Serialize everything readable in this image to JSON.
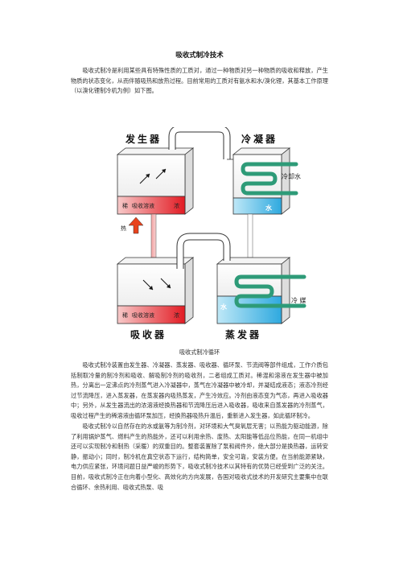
{
  "document": {
    "title": "吸收式制冷技术",
    "intro": "吸收式制冷是利用某些具有特殊性质的工质对，通过一种物质对另一种物质的吸收和释放，产生物质的状态变化，从而伴随吸热和放热过程。目前常用的工质对有氨水和水/溴化锂，其基本工作原理（以溴化锂制冷机为例）如下图。",
    "caption": "吸收式制冷循环",
    "paragraph1": "吸收式制冷装置由发生器、冷凝器、蒸发器、吸收器、循环泵、节流阀等部件组成，工作介质包括制取冷量的制冷剂和吸收、解吸制冷剂的吸收剂，二者组成工质对。稀混和溶液在发生器中被加热，分离出一定沸点的冷剂蒸气进入冷凝器中，蒸气在冷凝器中被冷却，并凝结成液态；液态冷剂经过节流降压，进入蒸发器，在蒸发器内吸热蒸发，产生冷效应。冷剂由液态变为气态，再进入吸收器中；另外，从发生器流出的浓溶液经换热器和节流降压后进入吸收器，吸收来自蒸发器的冷剂蒸气，吸收过程产生的稀溶液由循环泵加压，经换热器吸热升温后，重新进入发生器，如此循环制冷。",
    "paragraph2": "吸收式制冷以自然存在的水或氨等为制冷剂，对环境和大气臭氧层无害；以热能为驱动能源，除了利用锅炉蒸气、燃料产生的热能外，还可以利用余热、废热、太阳能等低品位热能，在同一机组中还可以实现制冷和制热（采暖）的双重目的。整套装置除了泵和阀件外，绝大部分是换热器，运转安静，振动小；同时，制冷机在真空状态下运行，结构简单，安全可靠，安装方便。在当前能源紧缺，电力供应紧张，环境问题日益严峻的形势下，吸收式制冷技术以其特有的优势已经受到广泛的关注。目前，吸收式制冷正在向着小型化、高效化的方向发展，各国对吸收式技术的开发研究主要集中在联合循环、余热利用、吸收式热泵、吸"
  },
  "diagram": {
    "generator_label": "发生器",
    "condenser_label": "冷凝器",
    "absorber_label": "吸收器",
    "evaporator_label": "蒸发器",
    "cooling_water_label": "冷却水",
    "refrigerant_label": "冷 媒",
    "heat_label": "热",
    "water_label_top": "水",
    "water_label_bottom": "水",
    "generator_solution": {
      "dilute": "稀",
      "name": "吸收溶液",
      "conc": "浓"
    },
    "absorber_solution": {
      "dilute": "稀",
      "name": "吸收溶液",
      "conc": "浓"
    },
    "colors": {
      "solution_red": "#e21b23",
      "water_blue": "#37b6e6",
      "coil_green": "#2e9b78",
      "heat_arrow": "#e8431c",
      "box_outline": "#333333"
    }
  }
}
